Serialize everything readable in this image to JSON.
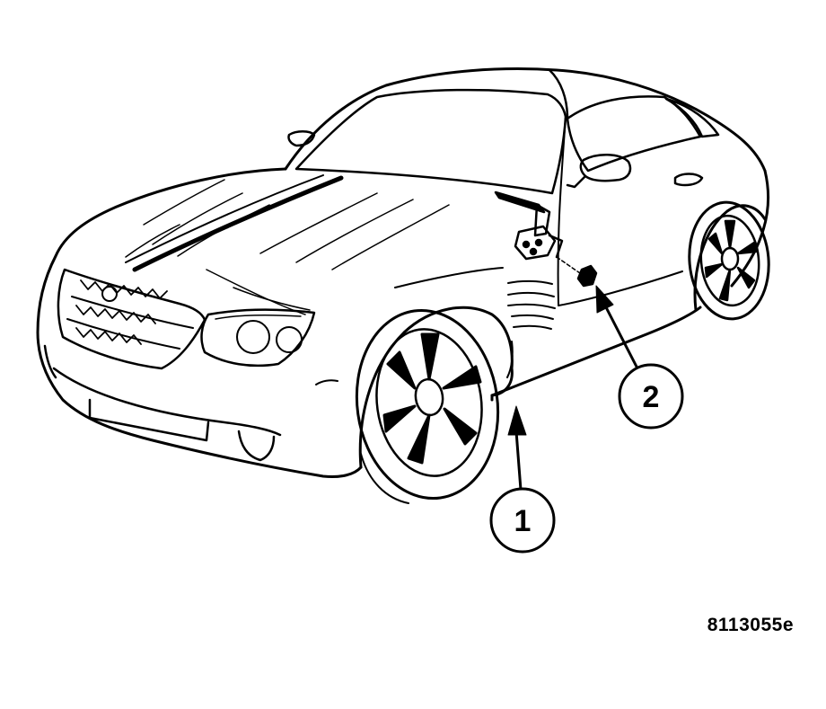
{
  "callouts": [
    {
      "id": "callout-1",
      "label": "1"
    },
    {
      "id": "callout-2",
      "label": "2"
    }
  ],
  "figure_id": "8113055e"
}
